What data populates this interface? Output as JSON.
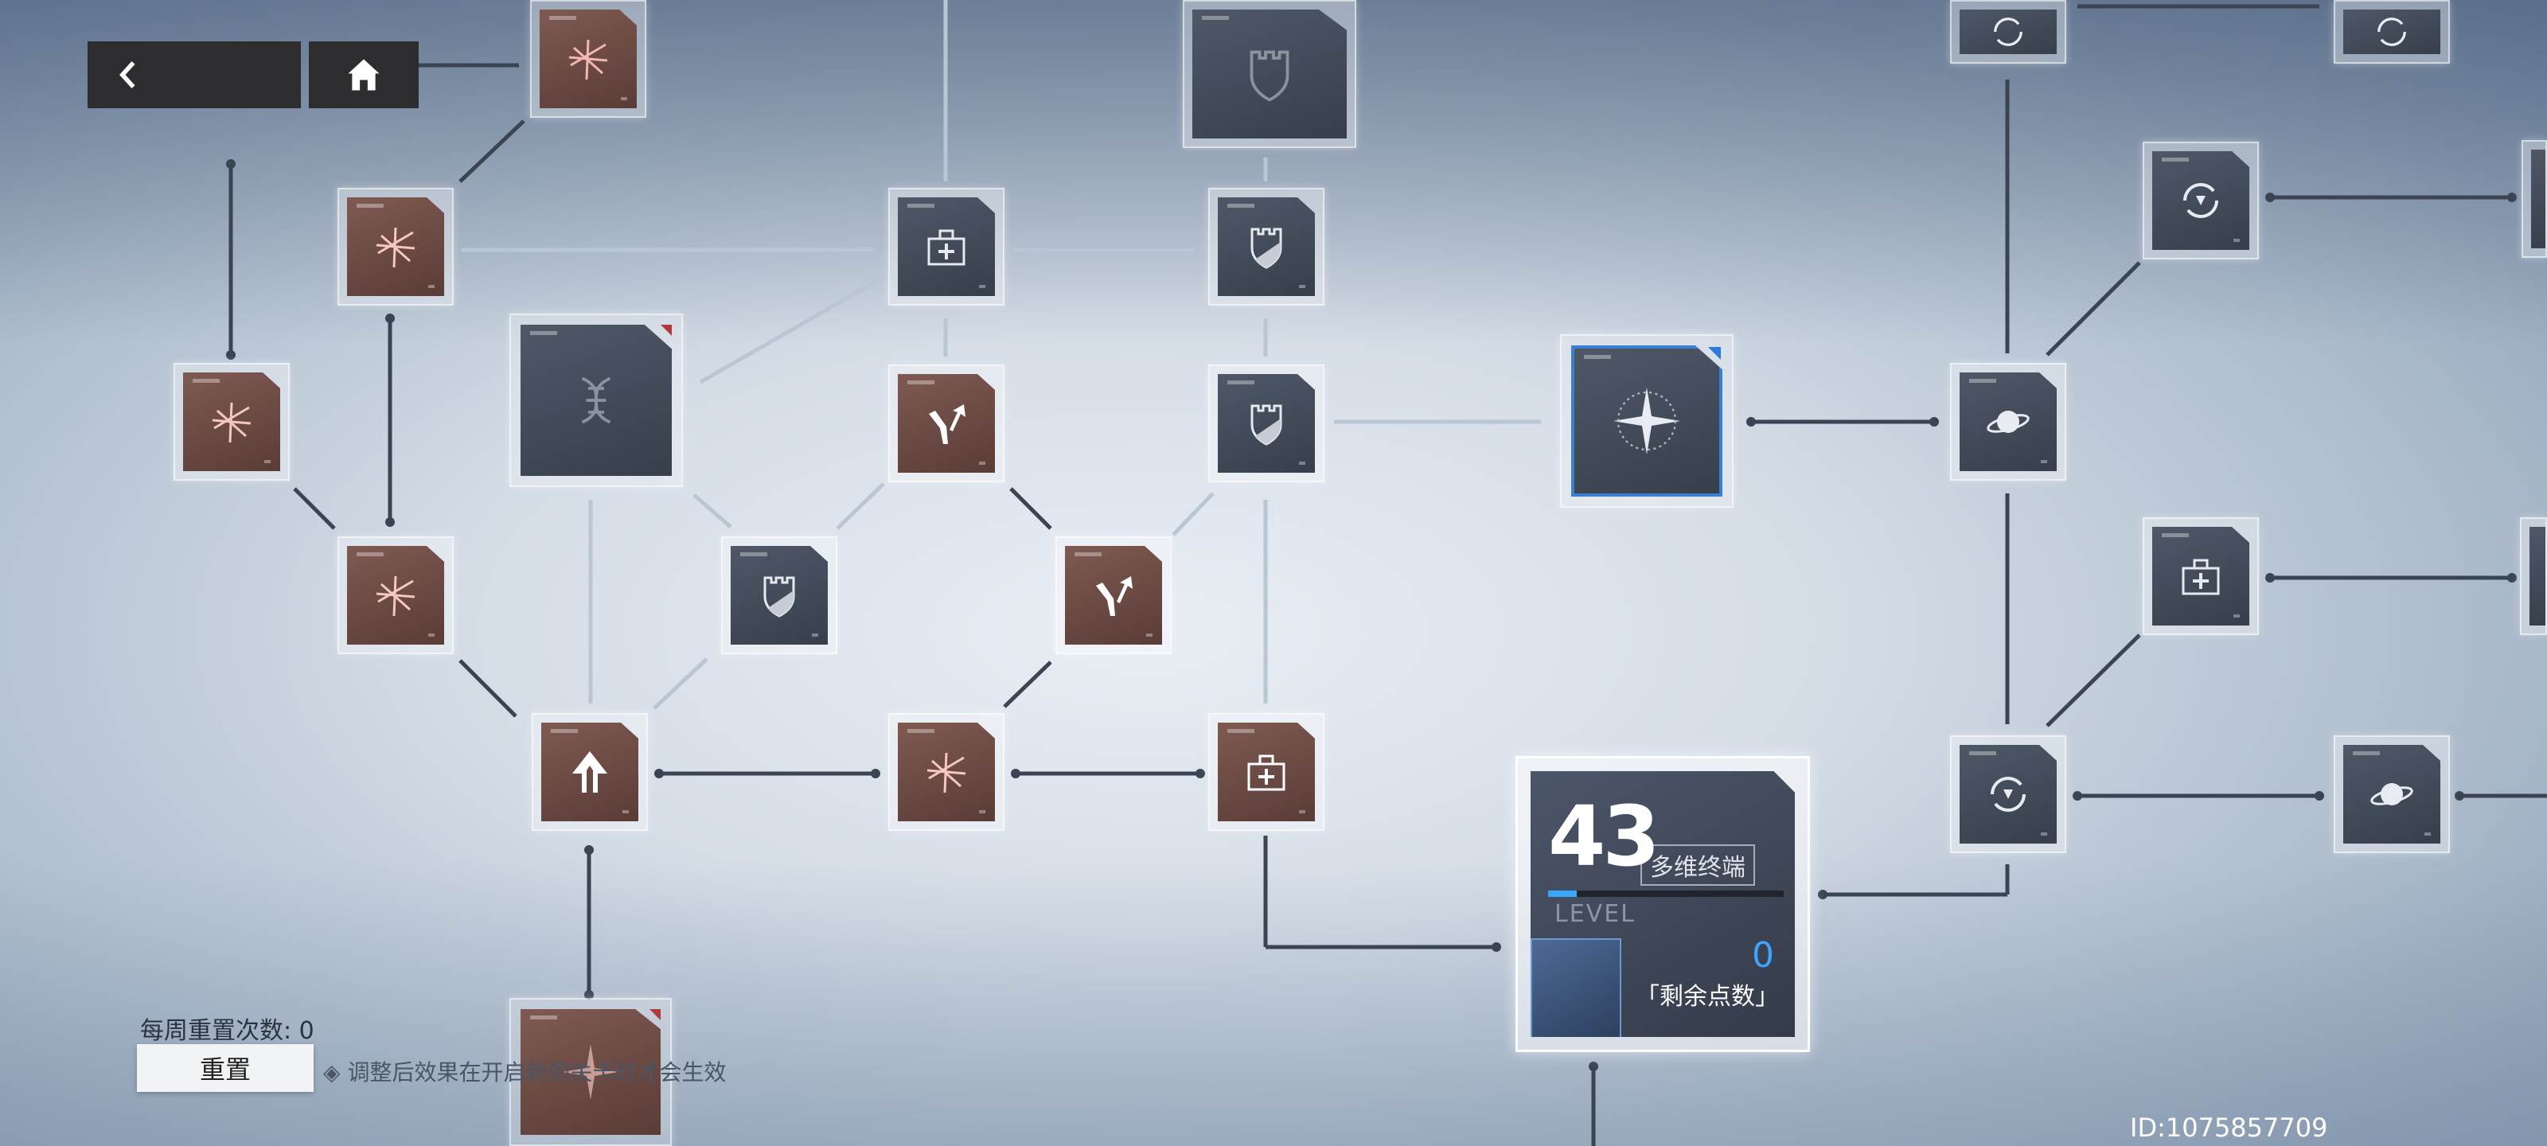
{
  "level": {
    "number": "43",
    "name": "多维终端",
    "label": "LEVEL",
    "remaining_points": "0",
    "remaining_label": "剩余点数",
    "progress": 0.12
  },
  "reset": {
    "weekly_count_text": "每周重置次数: 0",
    "button_label": "重置",
    "note": "调整后效果在开启新的关卡时才会生效"
  },
  "user_id": "ID:1075857709",
  "colors": {
    "link": "#3a4452",
    "link_faded": "#b9c6d4",
    "tile_dark": "#414a57",
    "tile_red": "#6b4a44",
    "progress_accent": "#39a7ff"
  },
  "icons": [
    "back-arrow-icon",
    "home-icon",
    "shards-icon",
    "medkit-icon",
    "shield-icon",
    "split-arrow-icon",
    "planet-icon",
    "recycle-icon",
    "compass-star-icon",
    "up-arrow-icon",
    "dna-icon"
  ]
}
